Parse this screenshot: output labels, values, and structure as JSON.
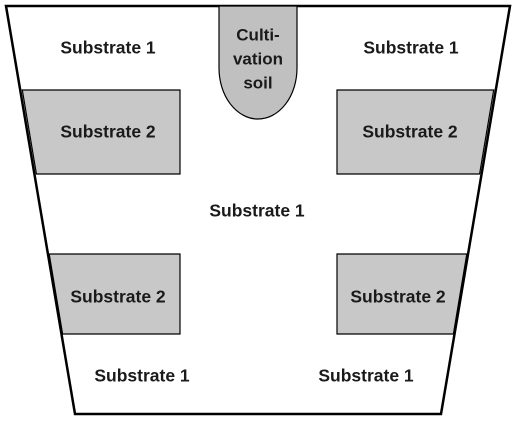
{
  "diagram": {
    "colors": {
      "background": "#ffffff",
      "outline": "#000000",
      "substrate_1_fill": "#ffffff",
      "substrate_2_fill": "#c8c8c8",
      "cultivation_soil_fill": "#c0c0c0",
      "text": "#1a1a1a"
    },
    "container": {
      "shape": "trapezoid"
    },
    "regions": {
      "top_left_substrate_1": "Substrate 1",
      "top_right_substrate_1": "Substrate 1",
      "upper_left_substrate_2": "Substrate 2",
      "upper_right_substrate_2": "Substrate 2",
      "center_substrate_1": "Substrate 1",
      "lower_left_substrate_2": "Substrate 2",
      "lower_right_substrate_2": "Substrate 2",
      "bottom_left_substrate_1": "Substrate 1",
      "bottom_right_substrate_1": "Substrate 1"
    },
    "cultivation_soil": {
      "line_1": "Culti-",
      "line_2": "vation",
      "line_3": "soil"
    }
  }
}
